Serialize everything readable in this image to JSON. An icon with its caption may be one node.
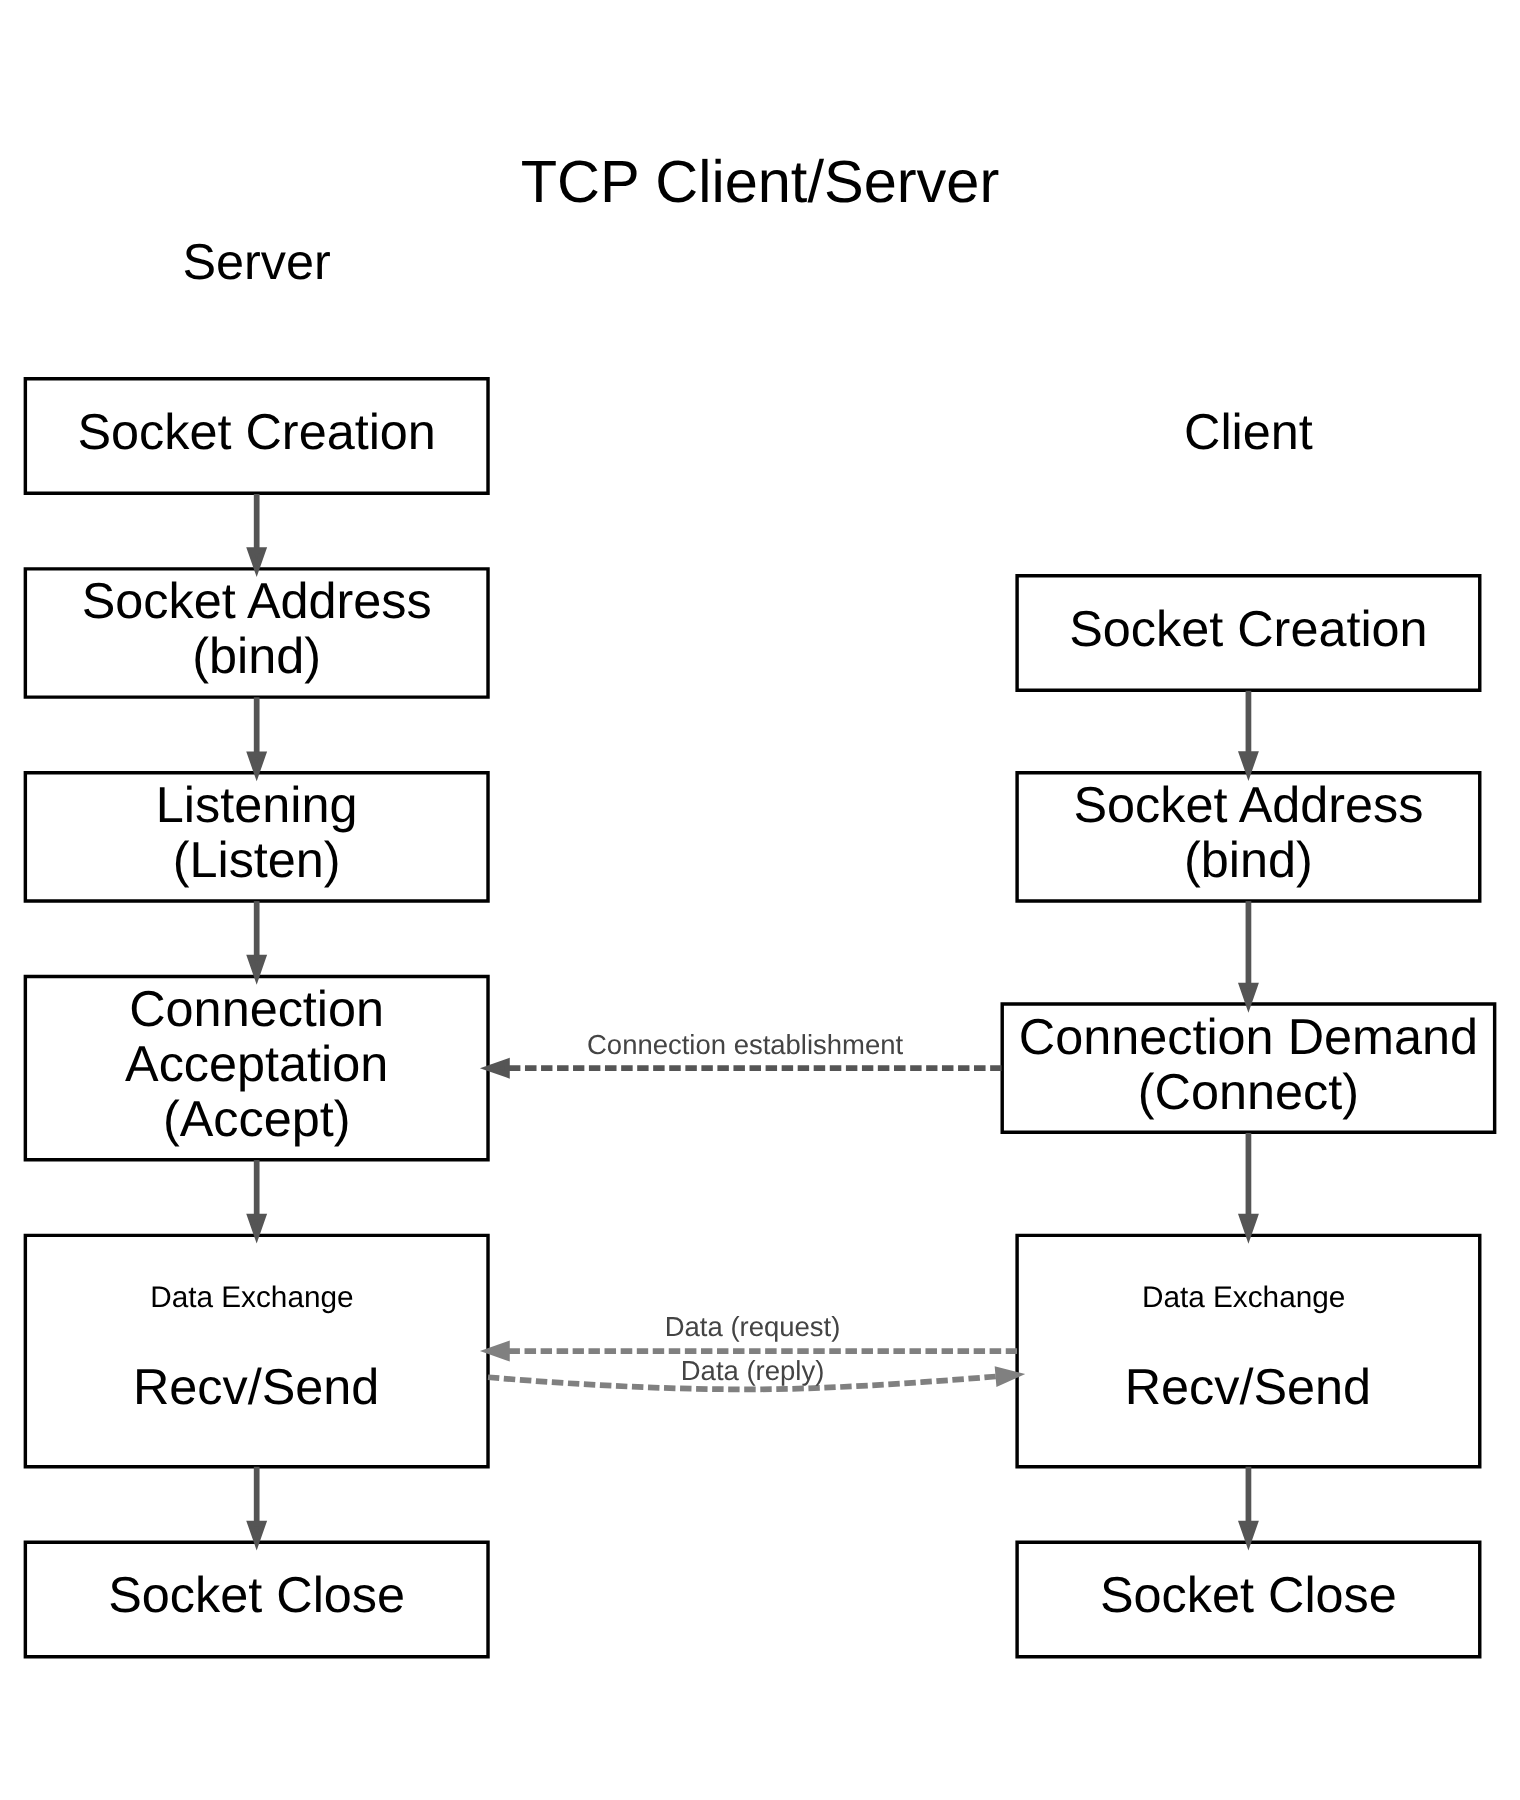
{
  "diagram": {
    "title": "TCP Client/Server",
    "nodes": [
      {
        "text": [
          "Socket Creation"
        ]
      },
      {
        "text": [
          "Socket Address (bind)"
        ]
      },
      {
        "text": [
          "Listening (Listen)"
        ]
      },
      {
        "text": [
          "Connection Acceptation (Accept)"
        ]
      },
      {
        "text": [
          "Data Exchange",
          "Recv/Send"
        ]
      },
      {
        "text": [
          "Socket Close"
        ]
      },
      {
        "text": [
          "Socket Creation"
        ]
      },
      {
        "text": [
          "Socket Address (bind)"
        ]
      },
      {
        "text": [
          "Connection Demand (Connect)"
        ]
      },
      {
        "text": [
          "Data Exchange",
          "Recv/Send"
        ]
      },
      {
        "text": [
          "Socket Close"
        ]
      }
    ],
    "edges": [
      {
        "from": 0,
        "to": 1,
        "arrow": "to"
      },
      {
        "from": 1,
        "to": 2,
        "arrow": "to"
      },
      {
        "from": 2,
        "to": 3,
        "arrow": "to"
      },
      {
        "from": 3,
        "to": 4,
        "arrow": "to"
      },
      {
        "from": 4,
        "to": 5,
        "arrow": "to"
      },
      {
        "from": 6,
        "to": 7,
        "arrow": "to"
      },
      {
        "from": 7,
        "to": 8,
        "arrow": "to"
      },
      {
        "from": 8,
        "to": 9,
        "arrow": "to"
      },
      {
        "from": 9,
        "to": 10,
        "arrow": "to"
      },
      {
        "from": 8,
        "to": 3,
        "arrow": "to",
        "label": "Connection establishment",
        "style": "dashed"
      },
      {
        "from": 9,
        "to": 4,
        "arrow": "to",
        "label": "Data (request)",
        "style": "dashed",
        "color": "#808080"
      },
      {
        "from": 4,
        "to": 9,
        "arrow": "to",
        "label": "Data (reply)",
        "style": "dashed",
        "color": "#808080"
      }
    ],
    "labels": [
      "Server",
      "Client"
    ]
  }
}
